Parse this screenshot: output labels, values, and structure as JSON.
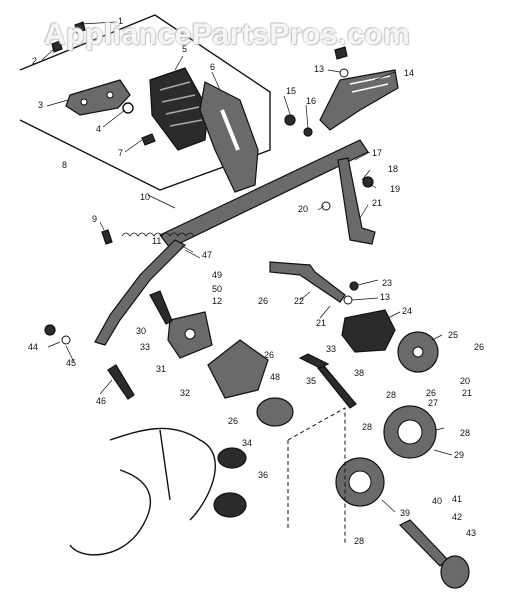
{
  "watermark": "AppliancePartsPros.com",
  "callouts": [
    "1",
    "2",
    "3",
    "4",
    "5",
    "6",
    "7",
    "8",
    "9",
    "10",
    "11",
    "12",
    "13",
    "14",
    "15",
    "16",
    "17",
    "18",
    "19",
    "20",
    "21",
    "22",
    "23",
    "24",
    "25",
    "26",
    "27",
    "28",
    "29",
    "30",
    "31",
    "32",
    "33",
    "34",
    "35",
    "36",
    "38",
    "39",
    "40",
    "41",
    "42",
    "43",
    "44",
    "45",
    "46",
    "47",
    "48",
    "49",
    "50"
  ],
  "labels": [
    {
      "id": "1",
      "text": "1"
    },
    {
      "id": "2",
      "text": "2"
    },
    {
      "id": "3",
      "text": "3"
    },
    {
      "id": "4",
      "text": "4"
    },
    {
      "id": "5",
      "text": "5"
    },
    {
      "id": "6",
      "text": "6"
    },
    {
      "id": "7",
      "text": "7"
    },
    {
      "id": "8",
      "text": "8"
    },
    {
      "id": "9",
      "text": "9"
    },
    {
      "id": "10",
      "text": "10"
    },
    {
      "id": "11",
      "text": "11"
    },
    {
      "id": "12",
      "text": "12"
    },
    {
      "id": "13a",
      "text": "13"
    },
    {
      "id": "13b",
      "text": "13"
    },
    {
      "id": "14",
      "text": "14"
    },
    {
      "id": "15",
      "text": "15"
    },
    {
      "id": "16",
      "text": "16"
    },
    {
      "id": "17",
      "text": "17"
    },
    {
      "id": "18",
      "text": "18"
    },
    {
      "id": "19",
      "text": "19"
    },
    {
      "id": "20a",
      "text": "20"
    },
    {
      "id": "20b",
      "text": "20"
    },
    {
      "id": "21a",
      "text": "21"
    },
    {
      "id": "21b",
      "text": "21"
    },
    {
      "id": "21c",
      "text": "21"
    },
    {
      "id": "22",
      "text": "22"
    },
    {
      "id": "23",
      "text": "23"
    },
    {
      "id": "24",
      "text": "24"
    },
    {
      "id": "25",
      "text": "25"
    },
    {
      "id": "26a",
      "text": "26"
    },
    {
      "id": "26b",
      "text": "26"
    },
    {
      "id": "26c",
      "text": "26"
    },
    {
      "id": "26d",
      "text": "26"
    },
    {
      "id": "26e",
      "text": "26"
    },
    {
      "id": "27",
      "text": "27"
    },
    {
      "id": "28a",
      "text": "28"
    },
    {
      "id": "28b",
      "text": "28"
    },
    {
      "id": "28c",
      "text": "28"
    },
    {
      "id": "28d",
      "text": "28"
    },
    {
      "id": "29",
      "text": "29"
    },
    {
      "id": "30",
      "text": "30"
    },
    {
      "id": "31",
      "text": "31"
    },
    {
      "id": "32",
      "text": "32"
    },
    {
      "id": "33a",
      "text": "33"
    },
    {
      "id": "33b",
      "text": "33"
    },
    {
      "id": "34",
      "text": "34"
    },
    {
      "id": "35",
      "text": "35"
    },
    {
      "id": "36",
      "text": "36"
    },
    {
      "id": "38",
      "text": "38"
    },
    {
      "id": "39",
      "text": "39"
    },
    {
      "id": "40",
      "text": "40"
    },
    {
      "id": "41",
      "text": "41"
    },
    {
      "id": "42",
      "text": "42"
    },
    {
      "id": "43",
      "text": "43"
    },
    {
      "id": "44",
      "text": "44"
    },
    {
      "id": "45",
      "text": "45"
    },
    {
      "id": "46",
      "text": "46"
    },
    {
      "id": "47",
      "text": "47"
    },
    {
      "id": "48",
      "text": "48"
    },
    {
      "id": "49",
      "text": "49"
    },
    {
      "id": "50",
      "text": "50"
    }
  ]
}
